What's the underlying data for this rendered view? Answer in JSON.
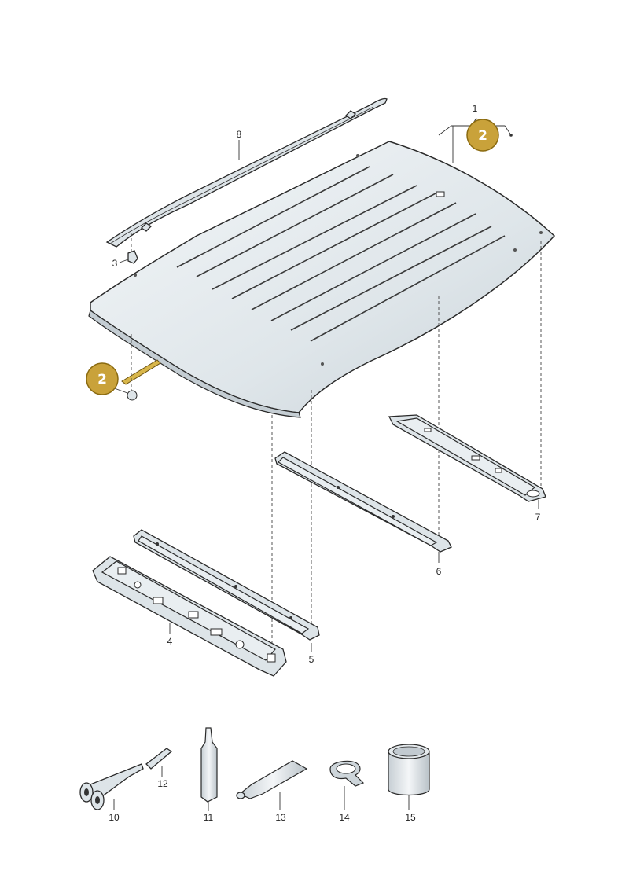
{
  "callouts": [
    {
      "id": "1",
      "label": "1"
    },
    {
      "id": "2a",
      "label": "2"
    },
    {
      "id": "2b",
      "label": "2"
    },
    {
      "id": "3",
      "label": "3"
    },
    {
      "id": "4",
      "label": "4"
    },
    {
      "id": "5",
      "label": "5"
    },
    {
      "id": "6",
      "label": "6"
    },
    {
      "id": "7",
      "label": "7"
    },
    {
      "id": "8",
      "label": "8"
    },
    {
      "id": "10",
      "label": "10"
    },
    {
      "id": "11",
      "label": "11"
    },
    {
      "id": "12",
      "label": "12"
    },
    {
      "id": "13",
      "label": "13"
    },
    {
      "id": "14",
      "label": "14"
    },
    {
      "id": "15",
      "label": "15"
    }
  ],
  "colors": {
    "badge_fill": "#c9a23a",
    "badge_stroke": "#8a6a10",
    "part_fill": "#dde4e8",
    "line": "#2a2a2a"
  }
}
